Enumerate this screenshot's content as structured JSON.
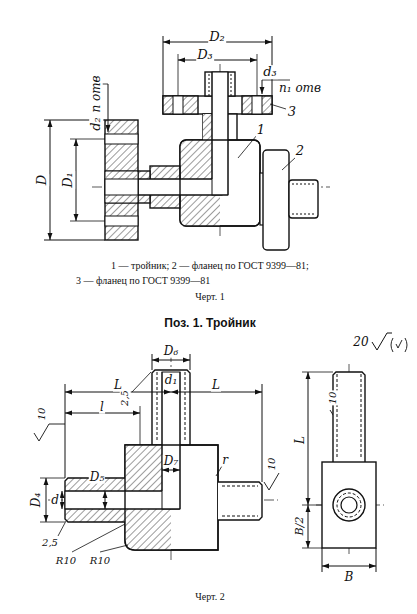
{
  "diagram": {
    "title": "Поз. 1. Тройник",
    "labels": [
      "D₂",
      "D₃",
      "d₃",
      "n₁ отв",
      "3",
      "d₂",
      "n отв",
      "1",
      "2",
      "D",
      "D₁",
      "1 — тройник; 2 — фланец по ГОСТ 9399—81;",
      "3 — фланец по ГОСТ 9399—81",
      "Черт. 1",
      "D₆",
      "d₁",
      "2,5",
      "10",
      "L",
      "L",
      "l",
      "D₇",
      "D₅",
      "r",
      "10",
      "D₄",
      "d",
      "2,5",
      "R10",
      "R10",
      "20",
      "10",
      "L",
      "B/2",
      "B",
      "Черт. 2"
    ]
  }
}
